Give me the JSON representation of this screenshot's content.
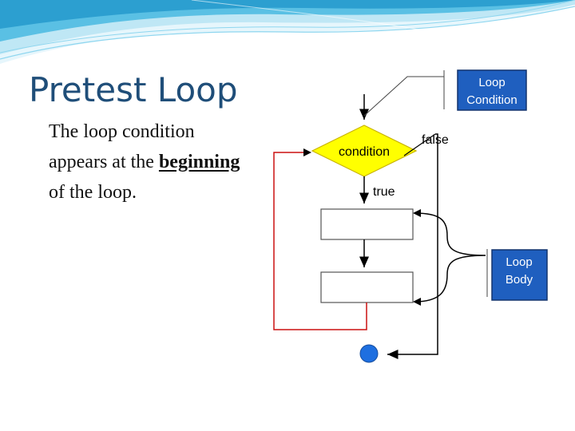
{
  "slide": {
    "title": "Pretest Loop",
    "body": {
      "before": "The loop condition appears at the ",
      "emphasis": "beginning",
      "after": " of the loop."
    }
  },
  "diagram": {
    "decision_label": "condition",
    "true_label": "true",
    "false_label": "false",
    "callout_condition": [
      "Loop",
      "Condition"
    ],
    "callout_body": [
      "Loop",
      "Body"
    ]
  },
  "colors": {
    "title": "#1f4e79",
    "decision_fill": "#ffff00",
    "decision_stroke": "#c9b400",
    "callout_fill": "#1f5fbf",
    "terminal_fill": "#1e6fe0",
    "loop_back_line": "#cc1111",
    "wave_light": "#bfe7f5",
    "wave_mid": "#5ac0e4"
  }
}
